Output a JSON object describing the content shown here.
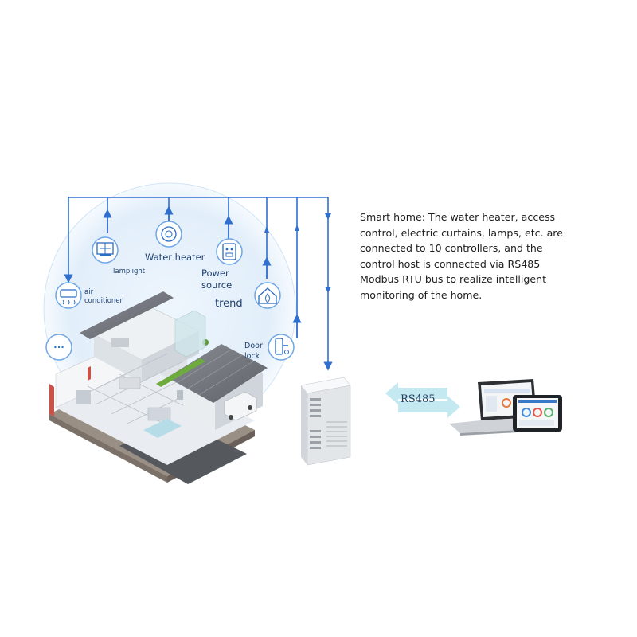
{
  "description": {
    "lines": [
      "Smart home: The water heater, access",
      "control, electric curtains, lamps, etc. are",
      "connected to 10 controllers, and the",
      "control host is connected via RS485",
      "Modbus RTU bus to realize intelligent",
      "monitoring of the home."
    ]
  },
  "devices": {
    "water_heater": "Water heater",
    "lamplight": "lamplight",
    "power_source_line1": "Power",
    "power_source_line2": "source",
    "trend": "trend",
    "air_conditioner_line1": "air",
    "air_conditioner_line2": "conditioner",
    "door_lock_line1": "Door",
    "door_lock_line2": "lock",
    "more": "..."
  },
  "bus": {
    "label": "RS485"
  },
  "colors": {
    "bus_line": "#2f6fd0",
    "icon_ring": "#6ea6e6",
    "halo": "#d9eafb",
    "arrow": "#bfe6ee"
  },
  "icons": [
    "air-conditioner-icon",
    "lamp-icon",
    "water-heater-icon",
    "power-socket-icon",
    "house-leaf-icon",
    "door-lock-icon",
    "more-icon"
  ]
}
